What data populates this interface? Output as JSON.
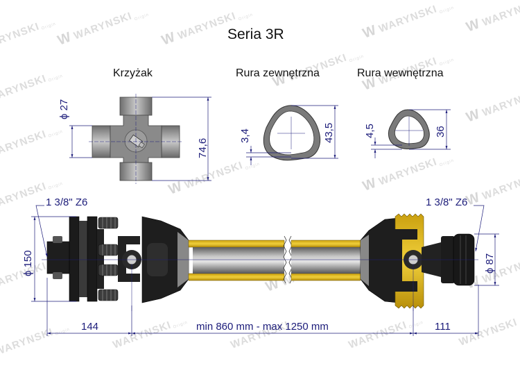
{
  "title": "Seria 3R",
  "watermark": {
    "brand": "WARYNSKI",
    "sub": "Origin"
  },
  "sections": {
    "cross": {
      "label": "Krzyżak",
      "diameter": "ϕ 27",
      "length": "74,6"
    },
    "outer_tube": {
      "label": "Rura zewnętrzna",
      "wall": "3,4",
      "size": "43,5"
    },
    "inner_tube": {
      "label": "Rura wewnętrzna",
      "wall": "4,5",
      "size": "36"
    }
  },
  "shaft": {
    "left_spline": "1 3/8\" Z6",
    "right_spline": "1 3/8\" Z6",
    "left_diameter": "ϕ 150",
    "right_diameter": "ϕ 87",
    "left_length": "144",
    "length_range": "min  860  mm - max 1250 mm",
    "right_length": "111"
  },
  "colors": {
    "dimension": "#1c1c7a",
    "yellow_guard": "#e8c21a",
    "black_part": "#1b1b1b",
    "steel": "#9a9a9a",
    "watermark": "#dcdcdc"
  }
}
